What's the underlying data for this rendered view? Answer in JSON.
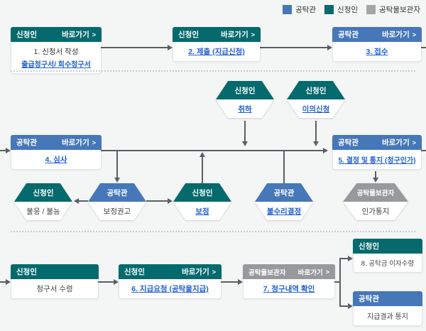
{
  "labels": {
    "shortcut": "바로가기",
    "chevron": ">"
  },
  "legend": [
    {
      "label": "공탁관",
      "color": "#4677b8"
    },
    {
      "label": "신청인",
      "color": "#056a6e"
    },
    {
      "label": "공탁물보관자",
      "color": "#a5a5a5"
    }
  ],
  "boxes": {
    "step1": {
      "actor": "신청인",
      "title": "1. 신청서 작성",
      "link": "출급청구서/ 회수청구서"
    },
    "step2": {
      "actor": "신청인",
      "link": "2. 제출 (지급신청)"
    },
    "step3": {
      "actor": "공탁관",
      "link": "3. 접수"
    },
    "step4": {
      "actor": "공탁관",
      "link": "4. 심사"
    },
    "step5": {
      "actor": "공탁관",
      "link": "5. 결정 및 통지 (청구인가)"
    },
    "receive": {
      "actor": "신청인",
      "text": "청구서 수령"
    },
    "step6": {
      "actor": "신청인",
      "link": "6. 지급요청 (공탁물지급)"
    },
    "step7": {
      "actor": "공탁물보관자",
      "link": "7. 청구내역 확인"
    },
    "step8": {
      "actor": "신청인",
      "text": "8. 공탁금 이자수령"
    },
    "notify": {
      "actor": "공탁관",
      "text": "지급결과 통지"
    }
  },
  "hex": {
    "withdraw": {
      "actor": "신청인",
      "link": "취하"
    },
    "objection": {
      "actor": "신청인",
      "link": "이의신청"
    },
    "refusal": {
      "actor": "신청인",
      "text": "불응 / 불능"
    },
    "correction_advice": {
      "actor": "공탁관",
      "text": "보정권고"
    },
    "correction": {
      "actor": "신청인",
      "link": "보정"
    },
    "rejection": {
      "actor": "공탁관",
      "link": "불수리결정"
    },
    "approval_notice": {
      "actor": "공탁물보관자",
      "text": "인가통지"
    }
  },
  "colors": {
    "manager_blue": "#4677b8",
    "applicant_teal": "#056a6e",
    "custodian_gray": "#97999c",
    "link_blue": "#2160d0",
    "background": "#f4f5f5"
  }
}
